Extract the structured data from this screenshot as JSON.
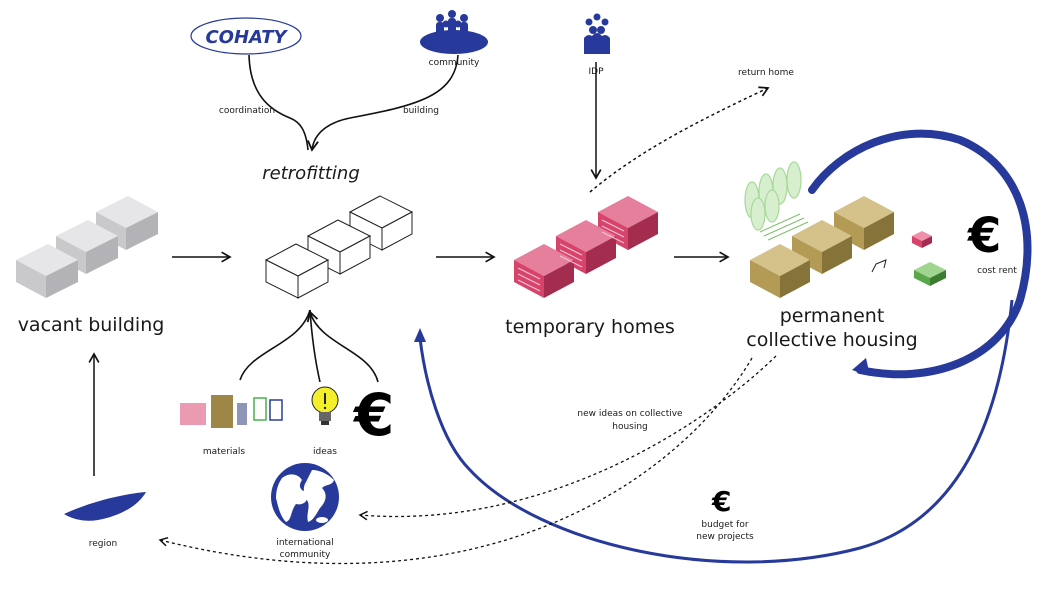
{
  "logo": {
    "text": "COHATY"
  },
  "labels": {
    "community": "community",
    "idp": "IDP",
    "return_home": "return home",
    "coordination": "coordination",
    "building": "building",
    "retrofitting": "retrofitting",
    "vacant_building": "vacant building",
    "temporary_homes": "temporary homes",
    "permanent_line1": "permanent",
    "permanent_line2": "collective housing",
    "cost_rent": "cost rent",
    "materials": "materials",
    "ideas": "ideas",
    "new_ideas_line1": "new ideas on collective",
    "new_ideas_line2": "housing",
    "budget_line1": "budget for",
    "budget_line2": "new projects",
    "international_line1": "international",
    "international_line2": "community",
    "region": "region"
  },
  "symbols": {
    "euro": "€"
  },
  "colors": {
    "accent_blue": "#27399a",
    "pink_building": "#e0557a",
    "khaki_building": "#b09c5e",
    "grey_building": "#cfcfd1",
    "green": "#5aa64a"
  }
}
